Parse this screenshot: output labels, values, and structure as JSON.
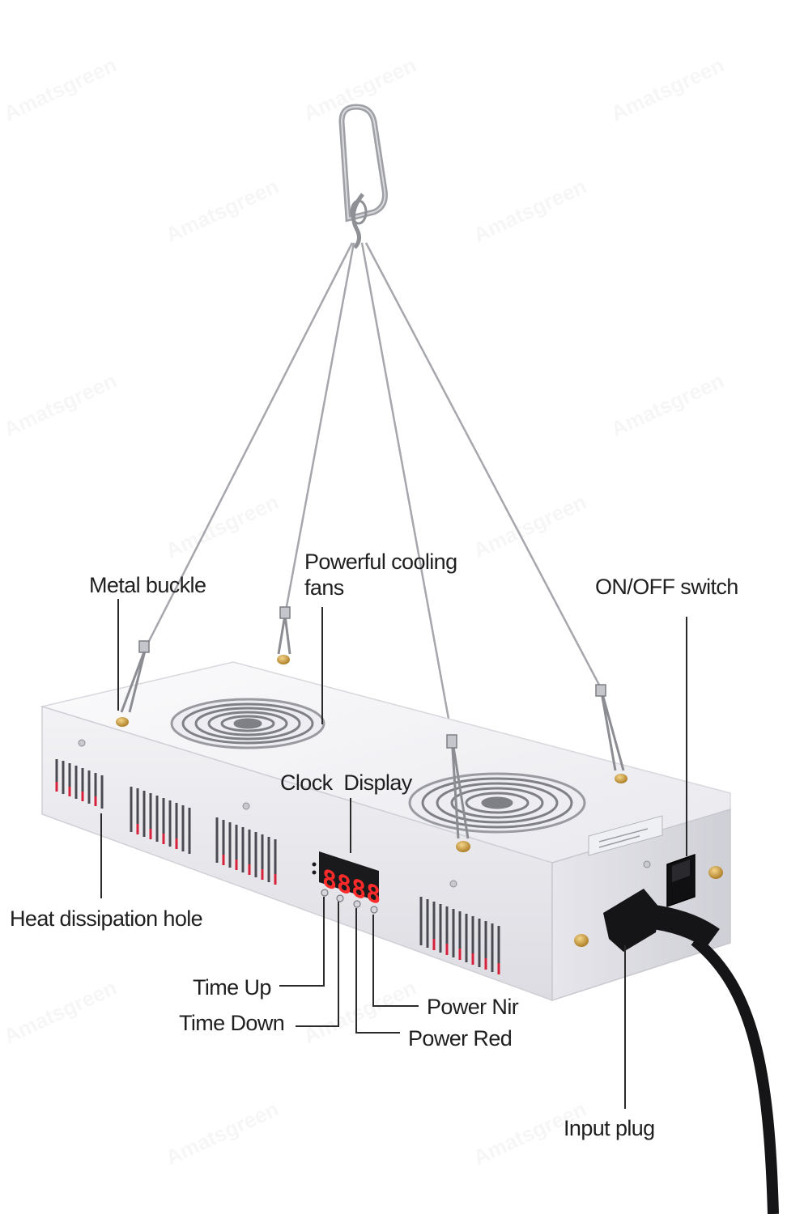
{
  "labels": {
    "metal_buckle": "Metal buckle",
    "cooling_fans": "Powerful cooling fans",
    "on_off_switch": "ON/OFF switch",
    "clock_display": "Clock  Display",
    "heat_hole": "Heat dissipation hole",
    "time_up": "Time Up",
    "time_down": "Time Down",
    "power_nir": "Power Nir",
    "power_red": "Power Red",
    "input_plug": "Input plug"
  },
  "display": {
    "digits": "8888"
  },
  "watermark": {
    "text": "Amatsgreen"
  },
  "colors": {
    "panel": "#f4f4f6",
    "accent_red": "#d7213a",
    "text": "#1f1f1f",
    "brass": "#c99a3c",
    "cable": "#111111"
  }
}
